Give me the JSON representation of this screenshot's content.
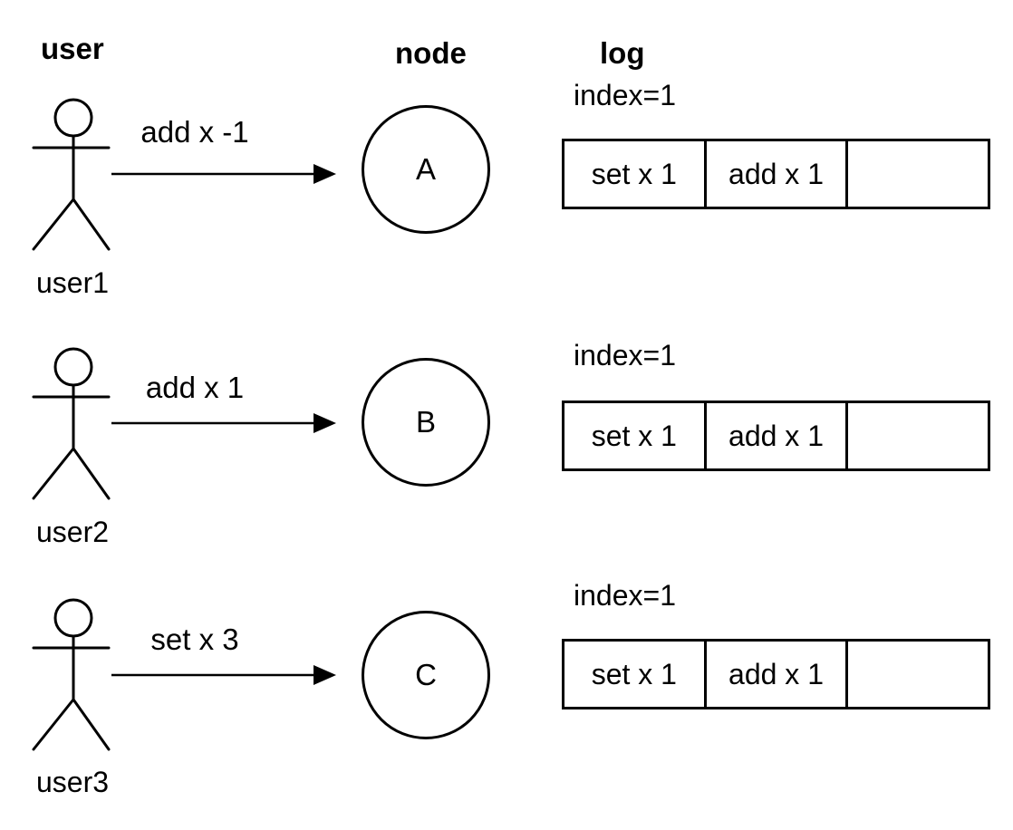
{
  "headers": {
    "user": "user",
    "node": "node",
    "log": "log"
  },
  "rows": [
    {
      "user_label": "user1",
      "message": "add x -1",
      "node_label": "A",
      "log": {
        "index_label": "index=1",
        "entries": [
          "set x 1",
          "add x 1",
          ""
        ]
      }
    },
    {
      "user_label": "user2",
      "message": "add x 1",
      "node_label": "B",
      "log": {
        "index_label": "index=1",
        "entries": [
          "set x 1",
          "add x 1",
          ""
        ]
      }
    },
    {
      "user_label": "user3",
      "message": "set x 3",
      "node_label": "C",
      "log": {
        "index_label": "index=1",
        "entries": [
          "set x 1",
          "add x 1",
          ""
        ]
      }
    }
  ],
  "colors": {
    "stroke": "#000000",
    "text": "#000000",
    "background": "#ffffff"
  }
}
